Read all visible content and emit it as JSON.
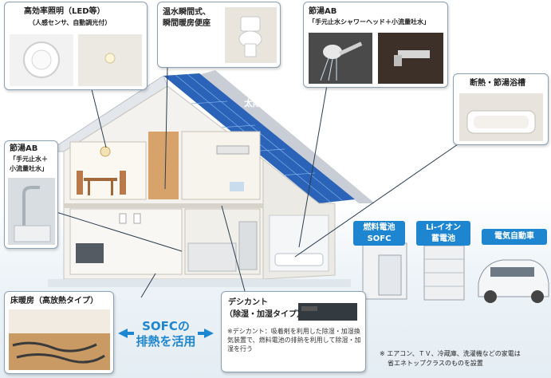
{
  "callouts": {
    "lighting": {
      "title": "高効率照明（LED等）",
      "sub": "（人感センサ、自動調光付）"
    },
    "toilet": {
      "title_line1": "温水瞬間式、",
      "title_line2": "瞬間暖房便座"
    },
    "shower": {
      "title": "節湯AB",
      "sub": "「手元止水シャワーヘッド＋小流量吐水」"
    },
    "bathtub": {
      "title": "断熱・節湯浴槽"
    },
    "kitchen": {
      "title": "節湯AB",
      "sub_line1": "「手元止水＋",
      "sub_line2": "小流量吐水」"
    },
    "floor_heating": {
      "title": "床暖房（高放熱タイプ）"
    },
    "desiccant": {
      "title_line1": "デシカント",
      "title_line2": "（除湿・加湿タイプ）",
      "note": "※デシカント：吸着剤を利用した除湿・加湿換気装置で、燃料電池の排熱を利用して除湿・加湿を行う"
    }
  },
  "labels": {
    "solar": "太陽電池",
    "sofc_line1": "燃料電池",
    "sofc_line2": "SOFC",
    "battery_line1": "Li-イオン",
    "battery_line2": "蓄電池",
    "ev": "電気自動車",
    "sofc_heat_line1": "SOFCの",
    "sofc_heat_line2": "排熱を活用"
  },
  "footnote_line1": "※ エアコン、ＴＶ、冷蔵庫、洗濯機などの家電は",
  "footnote_line2": "省エネトップクラスのものを設置",
  "colors": {
    "accent_blue": "#1e86d0",
    "solar_panel": "#2a63b8",
    "roof": "#d9dde2",
    "wood": "#c9925a"
  }
}
